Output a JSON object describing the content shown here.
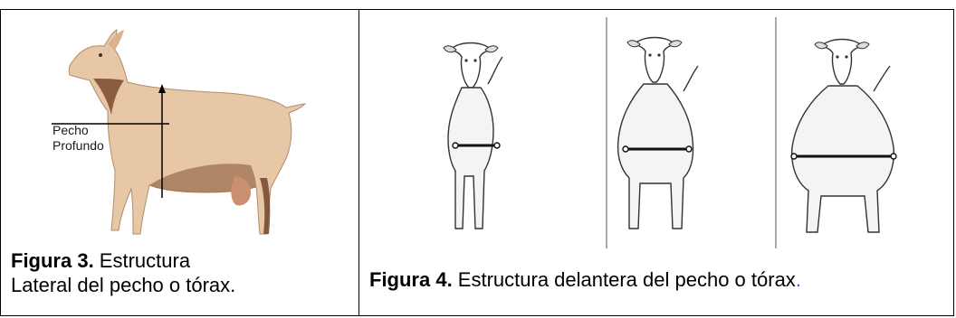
{
  "figure3": {
    "label_line1": "Pecho",
    "label_line2": "Profundo",
    "caption_bold": "Figura 3.",
    "caption_line1_rest": " Estructura",
    "caption_line2": "Lateral del pecho o tórax."
  },
  "figure4": {
    "caption_bold": "Figura 4.",
    "caption_rest": " Estructura delantera del pecho o tórax",
    "caption_period": "."
  },
  "colors": {
    "goat_body": "#e7c7a5",
    "goat_shadow": "#7a4a2e",
    "caption_period": "#3a5fcd"
  }
}
